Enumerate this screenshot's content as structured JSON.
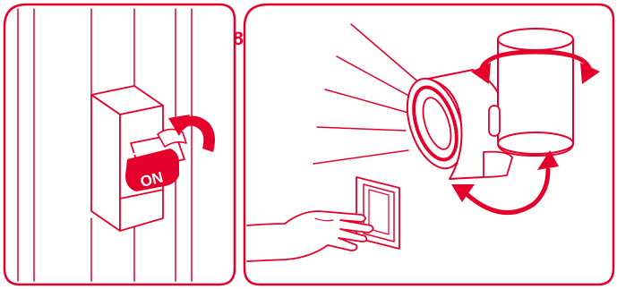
{
  "step": {
    "number": "8"
  },
  "switch": {
    "label": "ON"
  },
  "colors": {
    "accent": "#e4002b",
    "background": "#ffffff"
  },
  "icons": {
    "left_panel": "breaker-switch-on-illustration",
    "right_panel": "lamp-adjust-and-wall-switch-illustration",
    "rotate_arrow": "curved-rotate-arrow-icon"
  }
}
